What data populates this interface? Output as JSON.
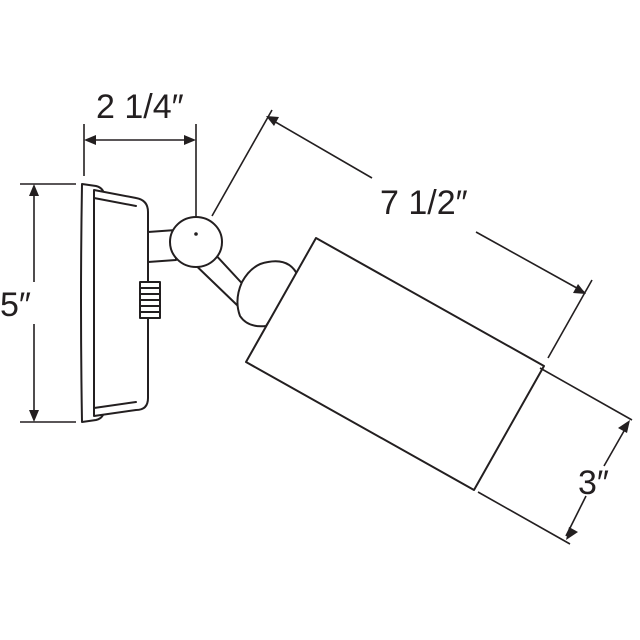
{
  "diagram": {
    "dimensions": {
      "arm_depth": "2 1/4″",
      "head_length": "7 1/2″",
      "canopy_height": "5″",
      "head_diameter": "3″"
    },
    "colors": {
      "line": "#231f20",
      "background": "#ffffff"
    }
  }
}
